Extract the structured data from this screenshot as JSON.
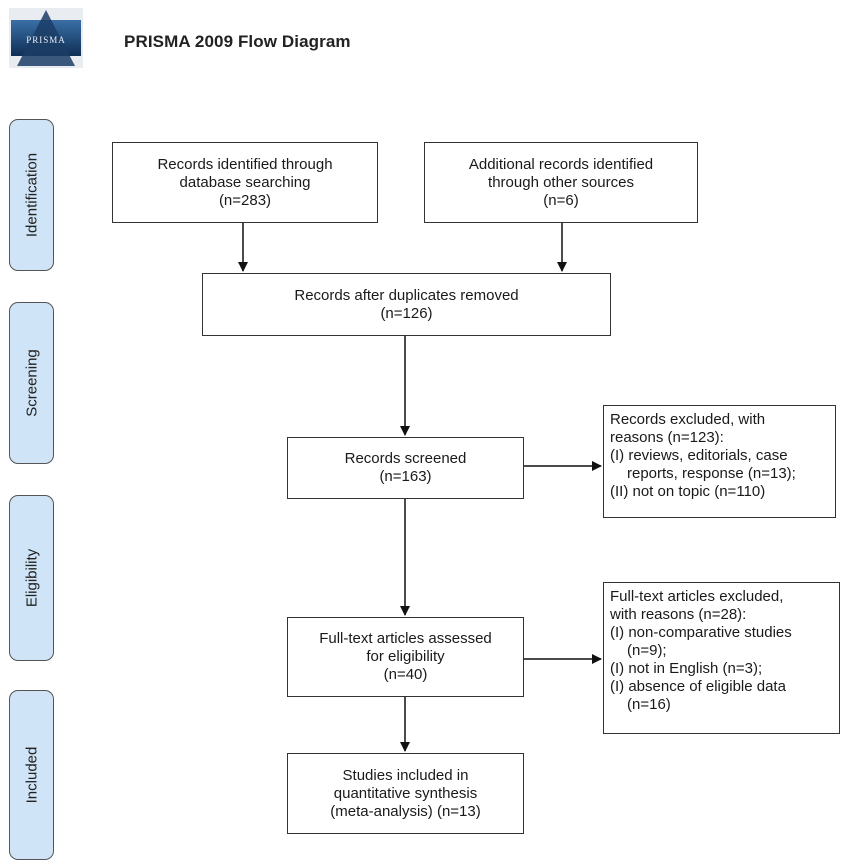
{
  "header": {
    "logo_text": "PRISMA",
    "title": "PRISMA 2009 Flow Diagram"
  },
  "stages": {
    "identification": "Identification",
    "screening": "Screening",
    "eligibility": "Eligibility",
    "included": "Included"
  },
  "boxes": {
    "database": {
      "line1": "Records identified through",
      "line2": "database searching",
      "count": "(n=283)"
    },
    "other_sources": {
      "line1": "Additional records identified",
      "line2": "through other sources",
      "count": "(n=6)"
    },
    "duplicates_removed": {
      "line1": "Records after duplicates removed",
      "count": "(n=126)"
    },
    "screened": {
      "line1": "Records screened",
      "count": "(n=163)"
    },
    "excluded_records": {
      "line1": "Records excluded, with",
      "line2": "reasons (n=123):",
      "line3": "(I) reviews, editorials, case",
      "line4": "reports, response (n=13);",
      "line5": "(II) not on topic (n=110)"
    },
    "fulltext_assessed": {
      "line1": "Full-text articles assessed",
      "line2": "for eligibility",
      "count": "(n=40)"
    },
    "fulltext_excluded": {
      "line1": "Full-text articles excluded,",
      "line2": "with reasons (n=28):",
      "line3": "(I) non-comparative studies",
      "line4": "(n=9);",
      "line5": "(I) not in English (n=3);",
      "line6": "(I) absence of eligible data",
      "line7": "(n=16)"
    },
    "included": {
      "line1": "Studies included in",
      "line2": "quantitative synthesis",
      "line3": "(meta-analysis) (n=13)"
    }
  }
}
